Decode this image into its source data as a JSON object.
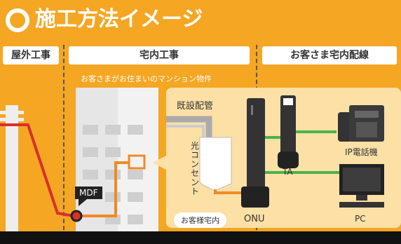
{
  "title": "施工方法イメージ",
  "sections": {
    "outdoor": "屋外工事",
    "indoor": "宅内工事",
    "home": "お客さま宅内配線"
  },
  "subtitle": "お客さまがお住まいのマンション物件",
  "labels": {
    "existing_pipe": "既設配管",
    "optical_outlet": "光コンセント",
    "mdf": "MDF",
    "onu": "ONU",
    "ta": "TA",
    "ip_phone": "IP電話機",
    "pc": "PC",
    "customer_home": "お客様宅内"
  },
  "colors": {
    "background": "#f5a623",
    "room": "#fce0a6",
    "line_red": "#d9302b",
    "line_orange": "#f08a24",
    "line_green": "#4cb34a"
  },
  "icons": [
    "utility-pole-icon",
    "building-icon",
    "onu-device-icon",
    "ta-device-icon",
    "phone-icon",
    "pc-icon"
  ]
}
